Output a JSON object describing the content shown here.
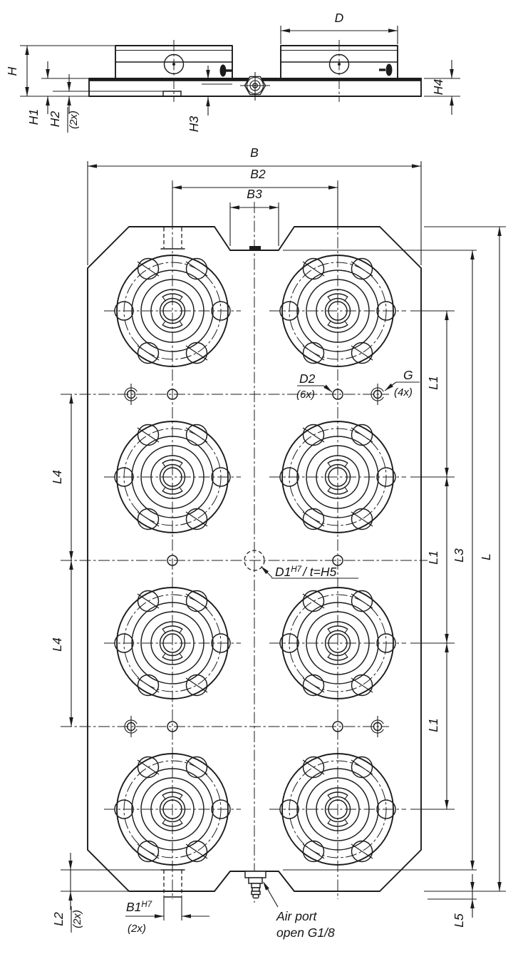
{
  "drawing": {
    "title": "zero-point-clamping-plate-drawing",
    "colors": {
      "line": "#1c1c1c",
      "background": "#ffffff"
    },
    "side_view": {
      "H": "H",
      "H1": "H1",
      "H2": "H2",
      "H2_count": "(2x)",
      "H3": "H3",
      "H4": "H4",
      "D": "D"
    },
    "plan_view": {
      "B": "B",
      "B2": "B2",
      "B3": "B3",
      "L": "L",
      "L1": "L1",
      "L3": "L3",
      "L4": "L4",
      "L5": "L5",
      "L2": "L2",
      "L2_count": "(2x)",
      "B1": "B1",
      "B1_tol": "H7",
      "B1_count": "(2x)",
      "D2": "D2",
      "D2_count": "(6x)",
      "G": "G",
      "G_count": "(4x)",
      "D1": "D1",
      "D1_tol": "H7",
      "D1_suffix": "/ t=H5",
      "air_port_line1": "Air port",
      "air_port_line2": "open G1/8"
    }
  }
}
